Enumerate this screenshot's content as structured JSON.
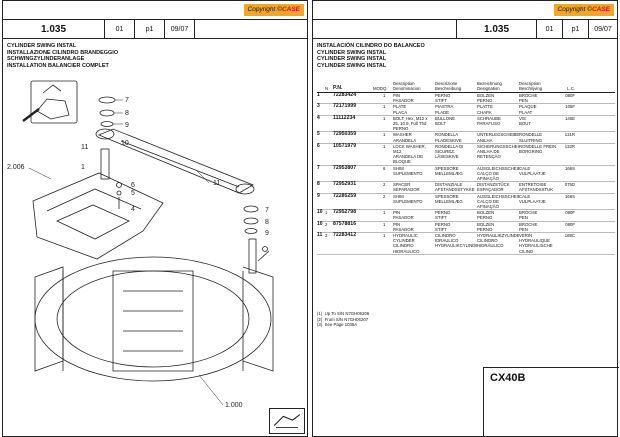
{
  "copyright": {
    "prefix": "Copyright ©",
    "brand": "CASE"
  },
  "left": {
    "header": {
      "number": "1.035",
      "rev": "01",
      "page": "p1",
      "date": "09/07"
    },
    "titles": [
      "CYLINDER SWING INSTAL",
      "INSTALLAZIONE CILINDRO BRANDEGGIO",
      "SCHWINGZYLINDERANLAGE",
      "INSTALLATION BALANCIER COMPLET"
    ],
    "callouts": [
      "7",
      "8",
      "9",
      "10",
      "11",
      "6",
      "5",
      "4",
      "2.006",
      "1",
      "11",
      "7",
      "8",
      "9",
      "1.000"
    ]
  },
  "right": {
    "header": {
      "number": "1.035",
      "rev": "01",
      "page": "p1",
      "date": "09/07"
    },
    "titles": [
      "INSTALACIÓN CILINDRO DO BALANCEO",
      "CYLINDER SWING INSTAL",
      "CYLINDER SWING INSTAL",
      "CYLINDER SWING INSTAL"
    ],
    "columns": [
      "",
      "N",
      "P.N.",
      "MOD",
      "Q.",
      "Description\nDenominacion",
      "Descrizione\nBeschreibung",
      "Bezeichnung\nDesignation",
      "Description\nBeschrijving",
      "L.C."
    ],
    "rows": [
      {
        "idx": "1",
        "n": "",
        "pn": "72283424",
        "mod": "",
        "q": "1",
        "d1": "PIN\nPASADOR",
        "d2": "PERNO\nSTIFT",
        "d3": "BOLZEN\nPERNO",
        "d4": "BROCHE\nPEN",
        "lc": "080F"
      },
      {
        "idx": "3",
        "n": "",
        "pn": "72171999",
        "mod": "",
        "q": "1",
        "d1": "PLATE\nPLACA",
        "d2": "PIASTRA\nPLADE",
        "d3": "PLATTE\nCHAPA",
        "d4": "PLAQUE\nPLAAT",
        "lc": "105F"
      },
      {
        "idx": "4",
        "n": "",
        "pn": "11112234",
        "mod": "",
        "q": "1",
        "d1": "BOLT, Hex, M12 x 25, 10.9, Full Thd\nPERNO",
        "d2": "BULLONE\nBOLT",
        "d3": "SCHRAUBE\nPARAFUSO",
        "d4": "VIS\nBOUT",
        "lc": "140E"
      },
      {
        "idx": "5",
        "n": "",
        "pn": "72950359",
        "mod": "",
        "q": "1",
        "d1": "WASHER\nARANDELA",
        "d2": "RONDELLA\nPLADESKIVE",
        "d3": "UNTERLEGSCHEIBE\nANILHA",
        "d4": "RONDELLE\nSLUITRING",
        "lc": "131R"
      },
      {
        "idx": "6",
        "n": "",
        "pn": "10571979",
        "mod": "",
        "q": "1",
        "d1": "LOCK WASHER, M12\nARANDELA DE BLOQUE",
        "d2": "RONDELLA DI SICUREZ.\nLÅSESKIVE",
        "d3": "SICHERUNGSSCHEIBE\nANILHA DE RETENÇÃO",
        "d4": "RONDELLE FREIN\nBORGRING",
        "lc": "132R"
      },
      {
        "idx": "7",
        "n": "",
        "pn": "72953807",
        "mod": "",
        "q": "6",
        "d1": "SHIM\nSUPLEMENTO",
        "d2": "SPESSORE\nMELLEMLÆG",
        "d3": "AUSGLEICHSSCHEIBE\nCALÇO DE AFINAÇÃO",
        "d4": "CALE\nVULPLAATJE",
        "lc": "166S"
      },
      {
        "idx": "8",
        "n": "",
        "pn": "72952931",
        "mod": "",
        "q": "2",
        "d1": "SPACER\nSEPARADOR",
        "d2": "DISTANZIALE\nAFSTANDSSTYKKE",
        "d3": "DISTANZSTÜCK\nESPAÇADOR",
        "d4": "ENTRETOISE\nAFSTANDSSTUK",
        "lc": "075D"
      },
      {
        "idx": "9",
        "n": "",
        "pn": "72285259",
        "mod": "",
        "q": "2",
        "d1": "SHIM\nSUPLEMENTO",
        "d2": "SPESSORE\nMELLEMLÆG",
        "d3": "AUSGLEICHSSCHEIBE\nCALÇO DE AFINAÇÃO",
        "d4": "CALE\nVULPLAATJE",
        "lc": "166S"
      },
      {
        "idx": "10",
        "n": "1",
        "pn": "72952798",
        "mod": "",
        "q": "1",
        "d1": "PIN\nPASADOR",
        "d2": "PERNO\nSTIFT",
        "d3": "BOLZEN\nPERNO",
        "d4": "BROCHE\nPEN",
        "lc": "080F"
      },
      {
        "idx": "10",
        "n": "2",
        "pn": "87578816",
        "mod": "",
        "q": "1",
        "d1": "PIN\nPASADOR",
        "d2": "PERNO\nSTIFT",
        "d3": "BOLZEN\nPERNO",
        "d4": "BROCHE\nPEN",
        "lc": "080F"
      },
      {
        "idx": "11",
        "n": "3",
        "pn": "72283412",
        "mod": "",
        "q": "1",
        "d1": "HYDRAULIC CYLINDER\nCILINDRO HIDRÁULICO",
        "d2": "CILINDRO IDRAULICO\nHYDRAULIKCYLINDER",
        "d3": "HYDRAULIKZYLINDER\nCILINDRO HIDRÁULICO",
        "d4": "VERIN HYDRAULIQUE\nHYDRAULISCHE CILIND",
        "lc": "188C"
      }
    ],
    "notes": [
      {
        "n": "(1)",
        "text": "Up To S/N N7GH06206"
      },
      {
        "n": "(2)",
        "text": "From S/N N7GH06207"
      },
      {
        "n": "(3)",
        "text": "See Page 1035A"
      }
    ],
    "model": "CX40B"
  }
}
